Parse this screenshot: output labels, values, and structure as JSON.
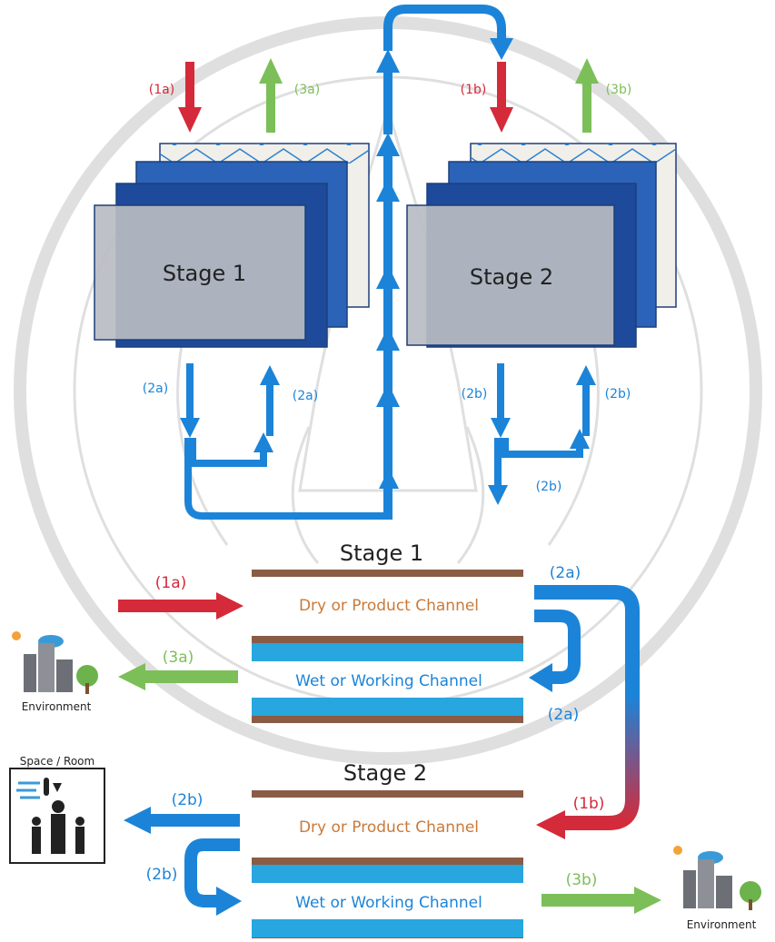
{
  "colors": {
    "red": "#d42a3a",
    "green": "#7cbf58",
    "blue": "#1c84d8",
    "brown": "#8a5c45",
    "lightblue": "#27a6df",
    "dark_blue": "#1d4a9a",
    "orange_text": "#c97a3a"
  },
  "top": {
    "stage1_label": "Stage 1",
    "stage2_label": "Stage 2",
    "label_1a": "(1a)",
    "label_3a": "(3a)",
    "label_1b": "(1b)",
    "label_3b": "(3b)",
    "label_2a_left": "(2a)",
    "label_2a_right": "(2a)",
    "label_2b_left": "(2b)",
    "label_2b_right": "(2b)",
    "label_2b_bottom": "(2b)"
  },
  "bottom": {
    "stage1_title": "Stage 1",
    "stage2_title": "Stage 2",
    "dry_channel_1": "Dry or Product Channel",
    "wet_channel_1": "Wet or Working Channel",
    "dry_channel_2": "Dry or Product Channel",
    "wet_channel_2": "Wet or Working Channel",
    "label_1a": "(1a)",
    "label_3a": "(3a)",
    "label_2a_top": "(2a)",
    "label_2a_inner": "(2a)",
    "label_1b": "(1b)",
    "label_2b_out": "(2b)",
    "label_2b_down": "(2b)",
    "label_3b": "(3b)"
  },
  "icons": {
    "environment_left": "Environment",
    "environment_right": "Environment",
    "space_room": "Space / Room"
  }
}
